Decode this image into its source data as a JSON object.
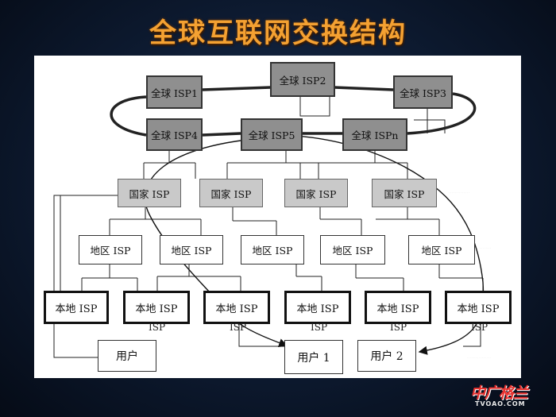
{
  "title": "全球互联网交换结构",
  "global_isps": [
    "全球 ISP1",
    "全球 ISP2",
    "全球 ISP3",
    "全球 ISP4",
    "全球 ISP5",
    "全球 ISPn"
  ],
  "national_isps": [
    "国家 ISP",
    "国家 ISP",
    "国家 ISP",
    "国家 ISP"
  ],
  "regional_isps": [
    "地区 ISP",
    "地区 ISP",
    "地区 ISP",
    "地区 ISP",
    "地区 ISP"
  ],
  "local_isps": [
    "本地 ISP",
    "本地 ISP",
    "本地 ISP",
    "本地 ISP",
    "本地 ISP",
    "本地 ISP"
  ],
  "local_isp_overflow": "ISP",
  "users": [
    "用户",
    "用户 1",
    "用户 2"
  ],
  "logo": {
    "main": "中广格兰",
    "sub": "TVOAO.COM"
  },
  "colors": {
    "title": "#f4a132",
    "global_fill": "#8f8f8f",
    "national_fill": "#c9c9c9"
  }
}
